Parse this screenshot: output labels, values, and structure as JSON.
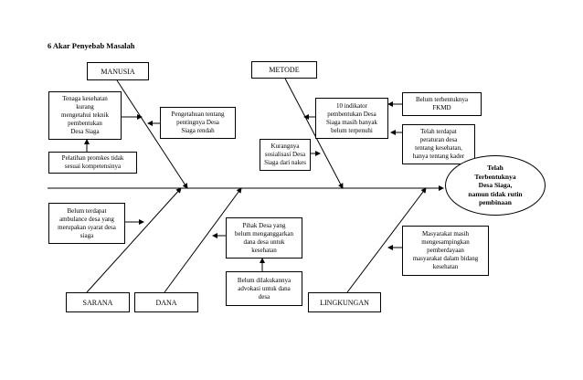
{
  "heading": "6   Akar Penyebab Masalah",
  "effect": "Telah\nTerbentuknya\nDesa Siaga,\nnamun tidak rutin\npembinaan",
  "categories": {
    "manusia": "MANUSIA",
    "metode": "METODE",
    "sarana": "SARANA",
    "dana": "DANA",
    "lingkungan": "LINGKUNGAN"
  },
  "causes": {
    "tenaga": "Tenaga kesehatan\nkurang\nmengetahui teknik\npembentukan\nDesa Siaga",
    "pelatihan": "Pelatihan promkes tidak\nsesuai kompetensinya",
    "pengetahuan": "Pengetahuan tentang\npentingnya Desa\nSiaga rendah",
    "indikator": "10 indikator\npembentukan Desa\nSiaga masih banyak\nbelum terpenuhi",
    "fkmd": "Belum terbentuknya\nFKMD",
    "peraturan": "Telah terdapat\nperaturan desa\ntentang kesehatan,\nhanya tentang kader",
    "sosialisasi": "Kurangnya\nsosialisasi Desa\nSiaga dari nakes",
    "ambulance": "Belum terdapat\nambulance desa yang\nmerupakan syarat desa\nsiaga",
    "pihak_desa": "Pihak Desa yang\nbelum menganggarkan\ndana desa untuk\nkesehatan",
    "advokasi": "Belum dilakukannya\nadvokasi untuk dana\ndesa",
    "masyarakat": "Masyarakat masih\nmengesampingkan\npemberdayaan\nmasyarakat dalam bidang\nkesehatan"
  }
}
